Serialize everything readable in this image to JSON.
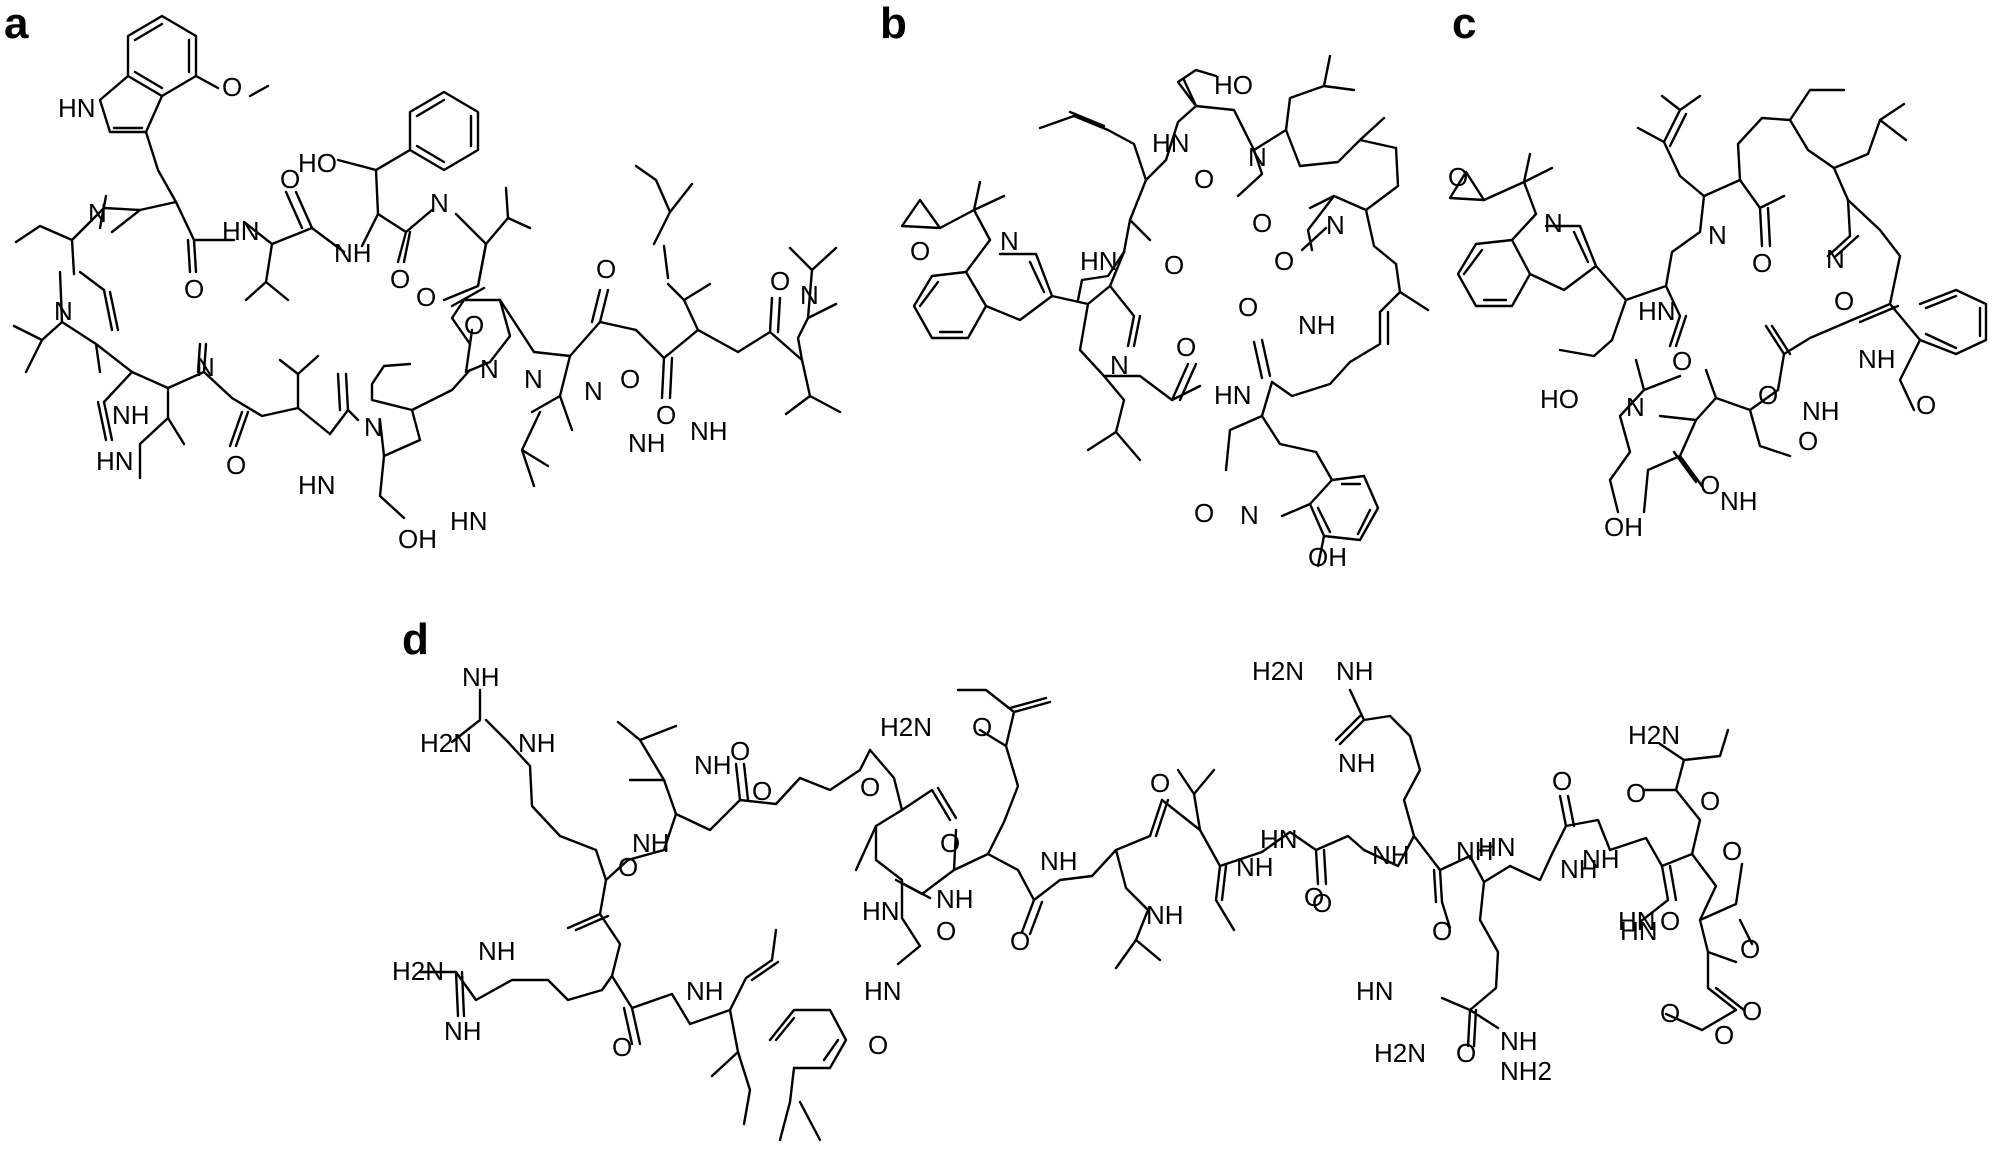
{
  "panels": [
    {
      "letter": "a"
    },
    {
      "letter": "b"
    },
    {
      "letter": "c"
    },
    {
      "letter": "d"
    }
  ],
  "labels": {
    "a": [
      "HN",
      "O",
      "N",
      "N",
      "HN",
      "O",
      "NH",
      "HO",
      "O",
      "N",
      "O",
      "NH",
      "N",
      "HN",
      "O",
      "HN",
      "O",
      "O",
      "N",
      "N",
      "HN",
      "OH",
      "N",
      "O",
      "NH",
      "O",
      "N",
      "O",
      "NH",
      "O",
      "N"
    ],
    "b": [
      "N",
      "O",
      "HN",
      "O",
      "HO",
      "N",
      "O",
      "HN",
      "N",
      "O",
      "O",
      "NH",
      "O",
      "N",
      "HN",
      "O",
      "O",
      "N",
      "OH"
    ],
    "c": [
      "O",
      "N",
      "N",
      "O",
      "HN",
      "O",
      "N",
      "O",
      "HO",
      "N",
      "O",
      "NH",
      "NH",
      "O",
      "O",
      "NH",
      "O",
      "OH"
    ],
    "d": [
      "NH",
      "H2N",
      "NH",
      "O",
      "NH",
      "H2N",
      "O",
      "NH",
      "O",
      "O",
      "O",
      "HN",
      "O",
      "O",
      "NH",
      "NH",
      "NH",
      "HN",
      "O",
      "H2N",
      "NH",
      "O",
      "H2N",
      "NH",
      "NH",
      "NH",
      "HN",
      "O",
      "O",
      "O",
      "NH",
      "HN",
      "NH",
      "NH",
      "O",
      "O",
      "O",
      "HN",
      "O",
      "NH",
      "O",
      "NH",
      "HN",
      "NH",
      "O",
      "H2N",
      "NH2",
      "O",
      "O",
      "H2N",
      "O",
      "HN",
      "O",
      "NH",
      "O",
      "O"
    ]
  }
}
